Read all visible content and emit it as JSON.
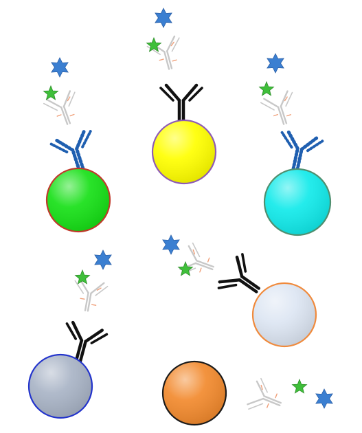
{
  "colors": {
    "background": "#ffffff",
    "light_chain_gray": "#c8c8c8",
    "hinge_orange": "#f0a07a",
    "star_green": "#3fbf3a",
    "star_blue": "#3b7fd1"
  },
  "groups": [
    {
      "id": "bead-green",
      "bead_fill": "#17e017",
      "bead_stroke": "#c0392b",
      "capture_antibody_color": "#1f5fb0",
      "capture_antibody_style": "beaded",
      "star_shapes": [
        "five-point-star",
        "six-point-star"
      ]
    },
    {
      "id": "bead-yellow",
      "bead_fill": "#ffff00",
      "bead_stroke": "#8e5bb5",
      "capture_antibody_color": "#111111",
      "capture_antibody_style": "solid",
      "star_shapes": [
        "five-point-star",
        "six-point-star"
      ]
    },
    {
      "id": "bead-cyan",
      "bead_fill": "#12eaea",
      "bead_stroke": "#4f8f6f",
      "capture_antibody_color": "#1f5fb0",
      "capture_antibody_style": "beaded",
      "star_shapes": [
        "five-point-star",
        "six-point-star"
      ]
    },
    {
      "id": "bead-slate",
      "bead_fill": "#a9b4c6",
      "bead_stroke": "#2233cc",
      "capture_antibody_color": "#111111",
      "capture_antibody_style": "solid",
      "star_shapes": [
        "five-point-star",
        "six-point-star"
      ]
    },
    {
      "id": "bead-pale",
      "bead_fill": "#dde6f3",
      "bead_stroke": "#f08a3c",
      "capture_antibody_color": "#111111",
      "capture_antibody_style": "solid",
      "star_shapes": [
        "five-point-star",
        "six-point-star"
      ]
    },
    {
      "id": "bead-orange",
      "bead_fill": "#f28a2e",
      "bead_stroke": "#1a1a1a",
      "capture_antibody_color": "#d48fd0",
      "capture_antibody_style": "solid",
      "star_shapes": [
        "five-point-star",
        "six-point-star"
      ]
    }
  ]
}
